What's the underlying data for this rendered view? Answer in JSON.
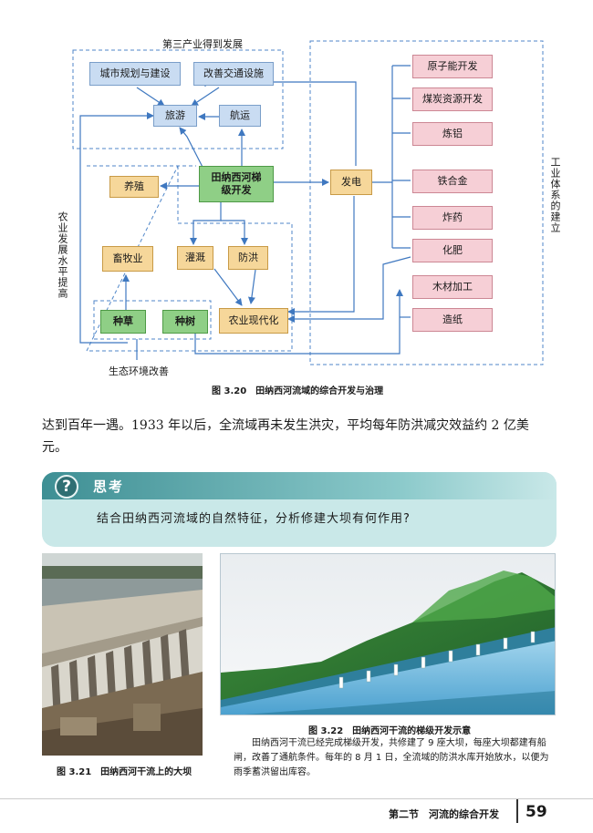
{
  "diagram": {
    "nodes": {
      "urban_planning": "城市规划与建设",
      "transport": "改善交通设施",
      "tourism": "旅游",
      "shipping": "航运",
      "center": "田纳西河梯级开发",
      "aquaculture": "养殖",
      "power": "发电",
      "livestock": "畜牧业",
      "irrigation": "灌溉",
      "flood": "防洪",
      "grass": "种草",
      "trees": "种树",
      "agri_modern": "农业现代化",
      "nuclear": "原子能开发",
      "coal": "煤炭资源开发",
      "aluminum": "炼铝",
      "ferroalloy": "铁合金",
      "explosives": "炸药",
      "fertilizer": "化肥",
      "wood": "木材加工",
      "paper": "造纸"
    },
    "labels": {
      "tertiary": "第三产业得到发展",
      "agri_level": "农业发展水平提高",
      "industrial": "工业体系的建立",
      "eco": "生态环境改善"
    },
    "caption": "图 3.20　田纳西河流域的综合开发与治理"
  },
  "body_text": "达到百年一遇。1933 年以后，全流域再未发生洪灾，平均每年防洪减灾效益约 2 亿美元。",
  "think": {
    "icon": "?",
    "title": "思考",
    "question": "结合田纳西河流域的自然特征，分析修建大坝有何作用?"
  },
  "figure_321": {
    "caption": "图 3.21　田纳西河干流上的大坝"
  },
  "figure_322": {
    "caption": "图 3.22　田纳西河干流的梯级开发示意",
    "description": "田纳西河干流已经完成梯级开发，共修建了 9 座大坝，每座大坝都建有船闸，改善了通航条件。每年的 8 月 1 日，全流域的防洪水库开始放水，以便为雨季蓄洪留出库容。"
  },
  "footer": {
    "section": "第二节　河流的综合开发",
    "page": "59"
  }
}
